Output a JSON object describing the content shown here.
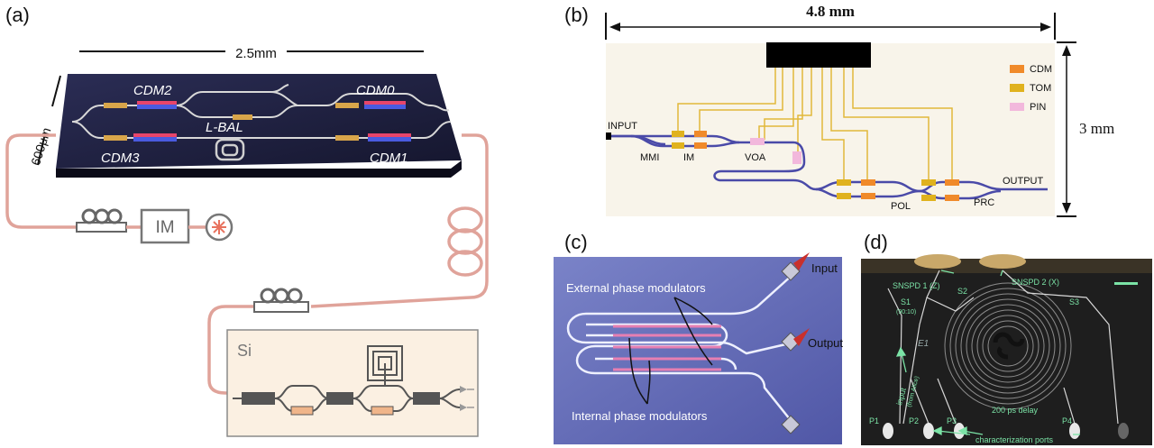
{
  "panel_a": {
    "label": "(a)",
    "scale_width": "2.5mm",
    "scale_height": "600μm",
    "cdm2": "CDM2",
    "cdm0": "CDM0",
    "cdm3": "CDM3",
    "cdm1": "CDM1",
    "lbal": "L-BAL",
    "im": "IM",
    "si": "Si"
  },
  "panel_b": {
    "label": "(b)",
    "width_label": "4.8 mm",
    "height_label": "3 mm",
    "input": "INPUT",
    "output": "OUTPUT",
    "mmi": "MMI",
    "im": "IM",
    "voa": "VOA",
    "pol": "POL",
    "prc": "PRC",
    "legend": [
      {
        "label": "CDM",
        "color": "#f08a2a"
      },
      {
        "label": "TOM",
        "color": "#e0b21e"
      },
      {
        "label": "PIN",
        "color": "#f2b8dc"
      }
    ]
  },
  "panel_c": {
    "label": "(c)",
    "input": "Input",
    "output": "Output",
    "external": "External phase modulators",
    "internal": "Internal phase modulators"
  },
  "panel_d": {
    "label": "(d)",
    "snspd1": "SNSPD 1 (Z)",
    "snspd2": "SNSPD 2 (X)",
    "s1": "S1",
    "s1_ratio": "(90:10)",
    "s2": "S2",
    "s3": "S3",
    "e1": "E1",
    "input": "input",
    "input_sub": "(from Alice)",
    "delay": "200 ps delay",
    "p1": "P1",
    "p2": "P2",
    "p3": "P3",
    "p4": "P4",
    "ports": "characterization ports"
  }
}
